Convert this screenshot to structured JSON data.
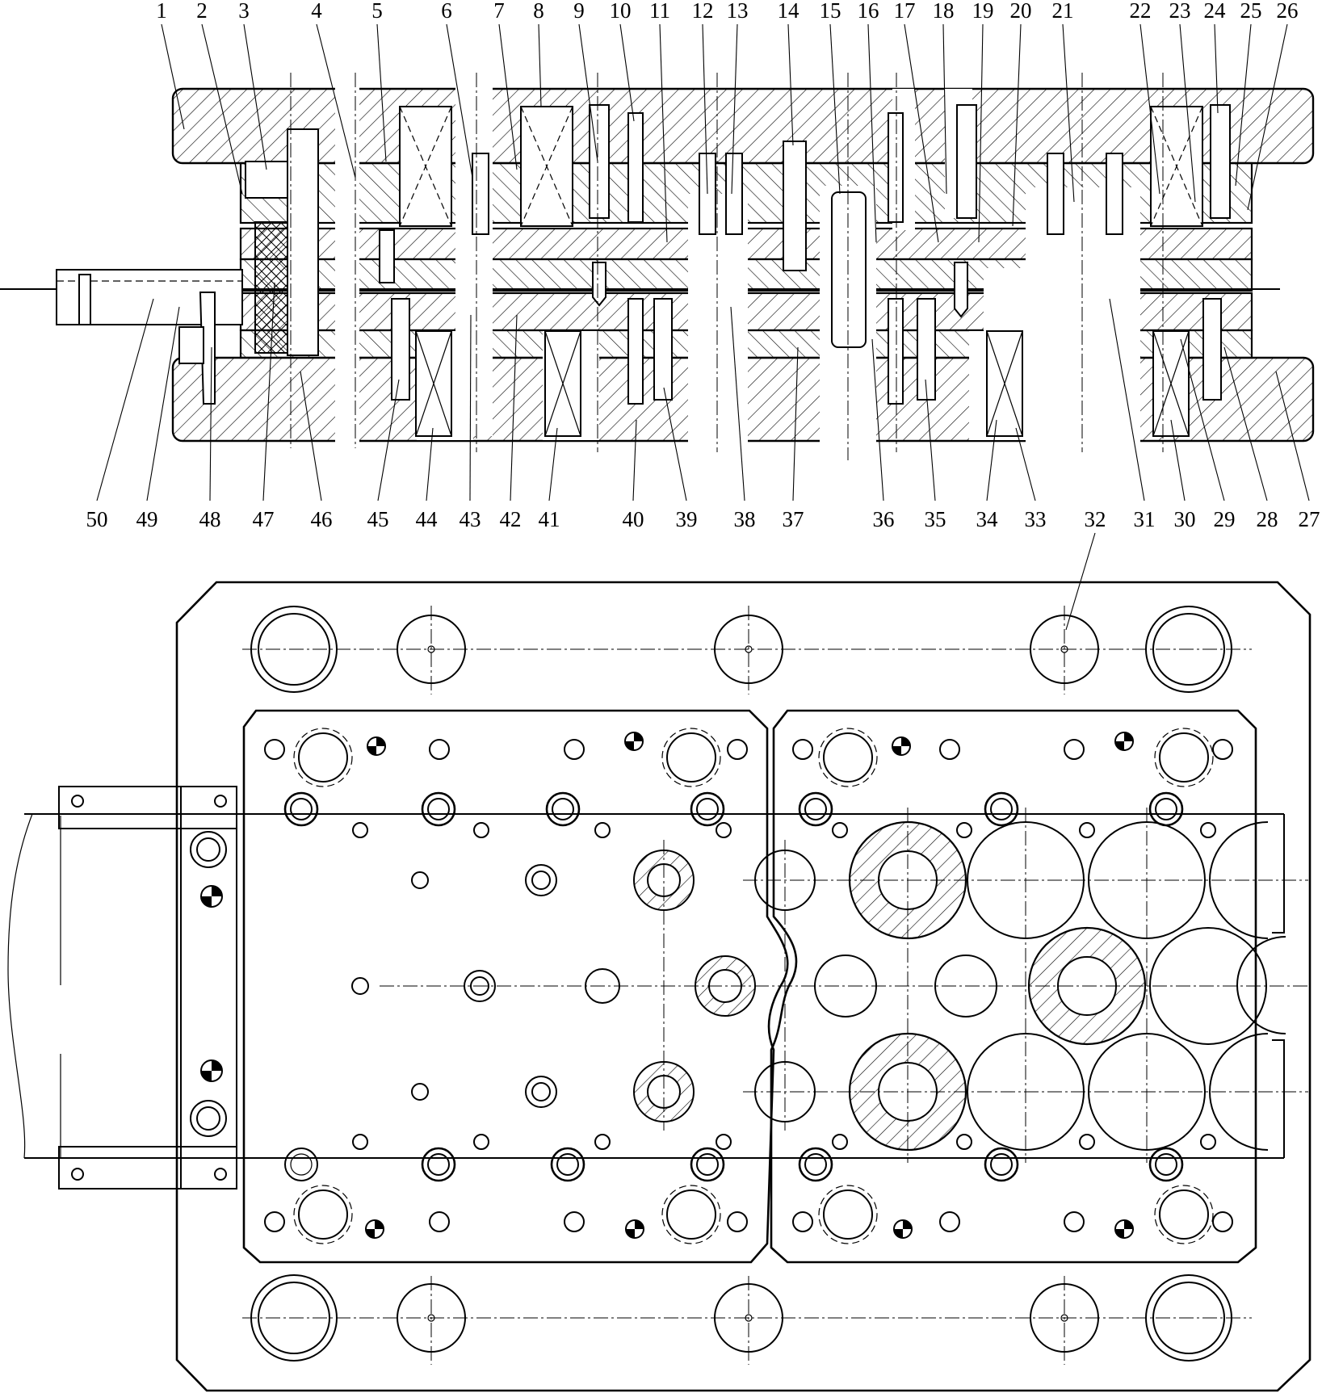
{
  "figure": {
    "top_callouts": [
      "1",
      "2",
      "3",
      "4",
      "5",
      "6",
      "7",
      "8",
      "9",
      "10",
      "11",
      "12",
      "13",
      "14",
      "15",
      "16",
      "17",
      "18",
      "19",
      "20",
      "21",
      "22",
      "23",
      "24",
      "25",
      "26"
    ],
    "bottom_callouts": [
      "50",
      "49",
      "48",
      "47",
      "46",
      "45",
      "44",
      "43",
      "42",
      "41",
      "40",
      "39",
      "38",
      "37",
      "36",
      "35",
      "34",
      "33",
      "32",
      "31",
      "30",
      "29",
      "28",
      "27"
    ],
    "plan_callout": "32",
    "colors": {
      "ink": "#000000",
      "paper": "#ffffff"
    }
  }
}
